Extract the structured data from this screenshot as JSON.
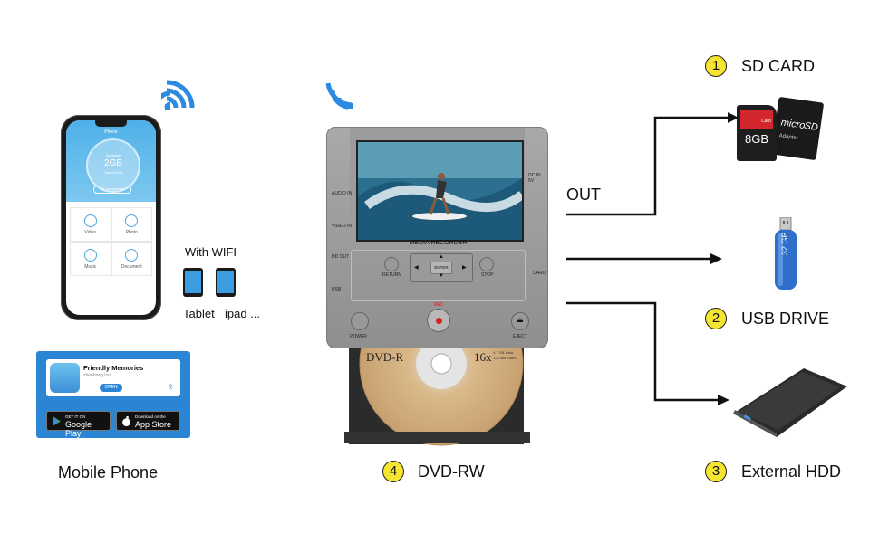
{
  "labels": {
    "mobile_phone": "Mobile Phone",
    "with_wifi": "With WIFI",
    "tablet": "Tablet",
    "ipad": "ipad ...",
    "out": "OUT",
    "sd_card": "SD CARD",
    "usb_drive": "USB DRIVE",
    "external_hdd": "External HDD",
    "dvd_rw": "DVD-RW"
  },
  "badges": {
    "sd": "1",
    "usb": "2",
    "hdd": "3",
    "dvd": "4"
  },
  "phone": {
    "title": "Phone",
    "storage_line1": "Available",
    "storage_value": "2GB",
    "storage_line2": "Total 64GB",
    "manage_btn": "File management",
    "tiles": [
      "Video",
      "Photo",
      "Music",
      "Document"
    ]
  },
  "app_card": {
    "name": "Friendly Memories",
    "developer": "zhenhong luo",
    "open": "OPEN",
    "google_top": "GET IT ON",
    "google_name": "Google Play",
    "apple_top": "Download on the",
    "apple_name": "App Store"
  },
  "recorder": {
    "screen_title": "MEDIA RECORDER",
    "audio_in": "AUDIO IN",
    "video_in": "VIDEO IN",
    "hd_out": "HD OUT",
    "usb": "USB",
    "dc_in": "DC IN 5V",
    "card": "CARD",
    "return": "RETURN",
    "enter": "ENTER",
    "stop": "STOP",
    "power": "POWER",
    "rec": "REC",
    "eject": "EJECT"
  },
  "disc": {
    "brand": "DVD-R",
    "speed": "16x",
    "capacity": "4.7 GB Data",
    "minutes": "120 min Video"
  },
  "sd_card": {
    "size": "8GB",
    "red_label": "Card",
    "micro": "micro",
    "sd": "SD",
    "adapter": "Adapter"
  },
  "usb_drive": {
    "size": "32 GB"
  },
  "colors": {
    "badge": "#f5e430",
    "app_blue": "#2a86d4",
    "wifi_blue": "#2b8be0",
    "sd_red": "#d3262d",
    "usb_blue": "#2d6fc9"
  }
}
